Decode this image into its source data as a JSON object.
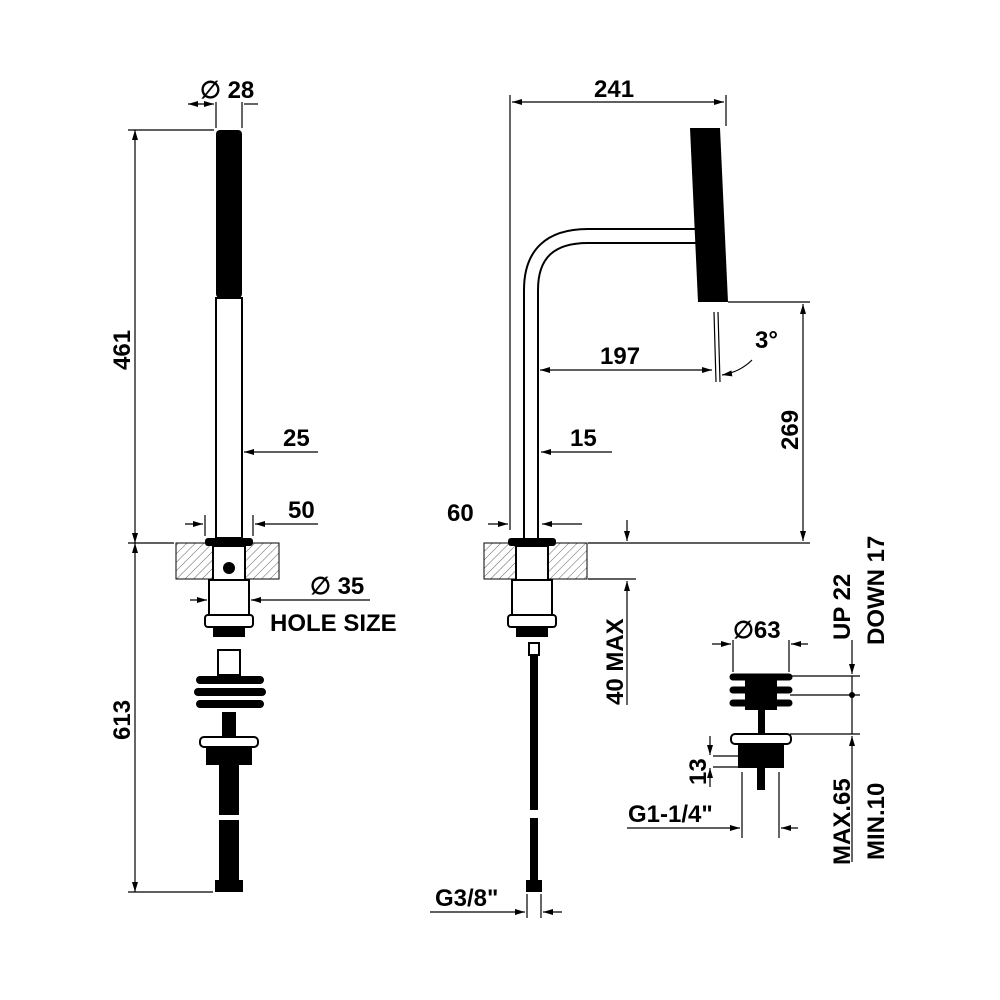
{
  "title": "Mixer technical drawing",
  "left_view": {
    "diameter_top": "∅ 28",
    "height_upper": "461",
    "dim_25": "25",
    "dim_50": "50",
    "hole_diameter": "∅ 35",
    "hole_label": "HOLE SIZE",
    "height_lower": "613"
  },
  "right_view": {
    "reach": "241",
    "spout_reach": "197",
    "angle": "3°",
    "spout_height": "269",
    "dim_15": "15",
    "dim_60": "60",
    "deck_thickness": "40 MAX",
    "connection": "G3/8\""
  },
  "waste": {
    "diameter": "∅63",
    "up": "UP 22",
    "down": "DOWN 17",
    "dim_13": "13",
    "thread": "G1-1/4\"",
    "max": "MAX.65",
    "min": "MIN.10"
  }
}
